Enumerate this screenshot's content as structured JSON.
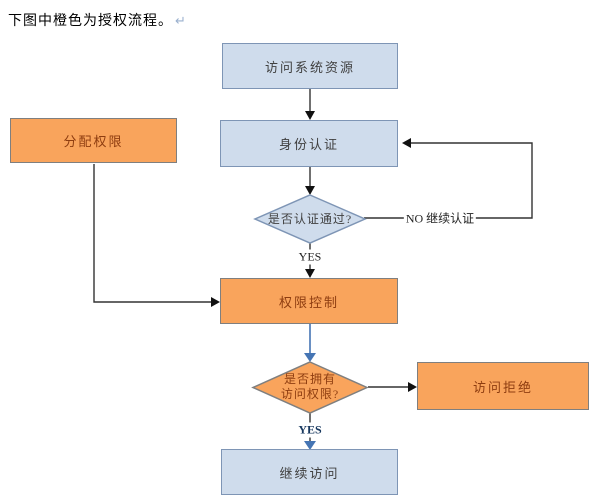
{
  "title": {
    "text": "下图中橙色为授权流程。",
    "mark": "↵"
  },
  "nodes": {
    "access_resource": {
      "label": "访问系统资源",
      "type": "process",
      "color": "blue"
    },
    "assign_permission": {
      "label": "分配权限",
      "type": "process",
      "color": "orange"
    },
    "identity_auth": {
      "label": "身份认证",
      "type": "process",
      "color": "blue"
    },
    "auth_passed": {
      "label": "是否认证通过?",
      "type": "decision",
      "color": "blue"
    },
    "permission_control": {
      "label": "权限控制",
      "type": "process",
      "color": "orange"
    },
    "has_permission": {
      "label_line1": "是否拥有",
      "label_line2": "访问权限?",
      "type": "decision",
      "color": "orange"
    },
    "access_denied": {
      "label": "访问拒绝",
      "type": "process",
      "color": "orange"
    },
    "continue_access": {
      "label": "继续访问",
      "type": "process",
      "color": "blue"
    }
  },
  "edges": {
    "no_loop_label": "NO 继续认证",
    "yes_auth_label": "YES",
    "yes_access_label": "YES"
  },
  "colors": {
    "blue_fill": "#CFDCEC",
    "blue_border": "#7E95B5",
    "orange_fill": "#F9A45C",
    "orange_border": "#7F7F7F",
    "orange_text": "#8E3D10",
    "blue_text": "#404040",
    "connector": "#333333",
    "blue_connector": "#4575B4",
    "yes_access_text": "#17375E"
  }
}
